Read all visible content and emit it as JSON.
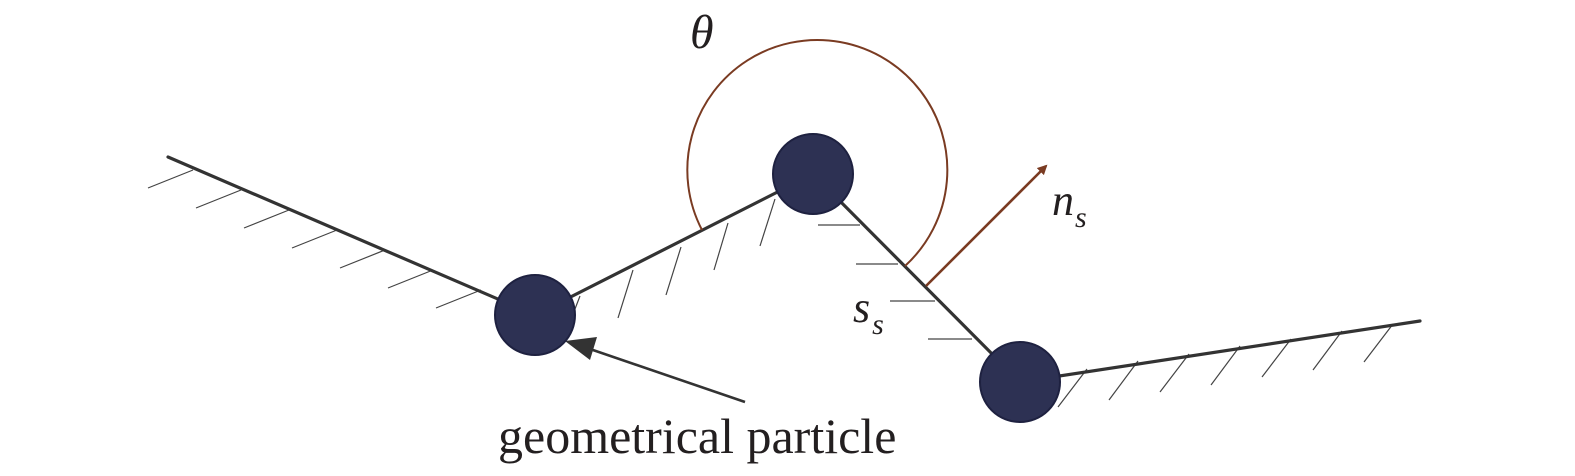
{
  "labels": {
    "theta": "θ",
    "n": "n",
    "n_sub": "s",
    "s": "s",
    "s_sub": "s",
    "particle": "geometrical particle"
  },
  "colors": {
    "line": "#333333",
    "particle_fill": "#2d3153",
    "arc": "#7a3b22",
    "normal_arrow": "#7a3b22",
    "hatch": "#444444",
    "text": "#231f20"
  }
}
